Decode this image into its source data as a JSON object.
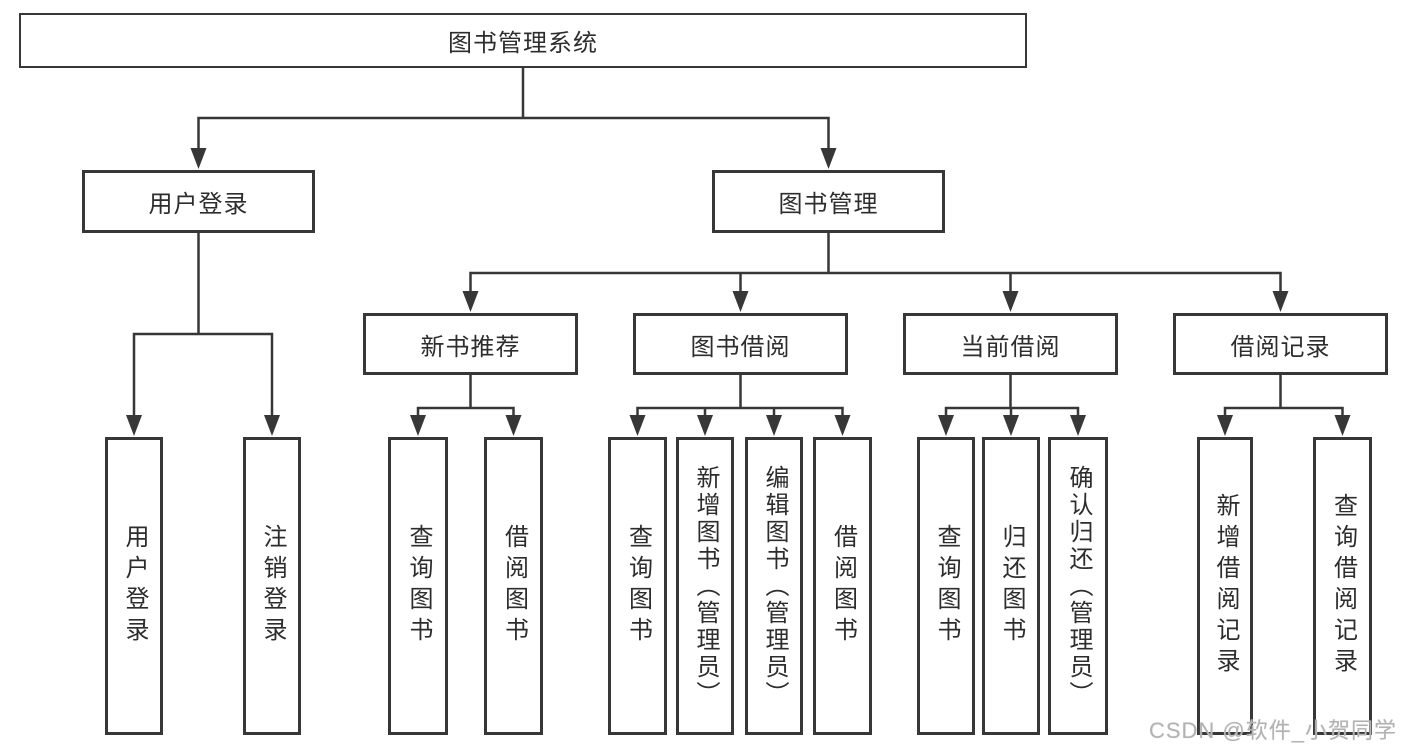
{
  "diagram": {
    "watermark": "CSDN @软件_小贺同学",
    "colors": {
      "line": "#373737",
      "box_border": "#373737",
      "text": "#2d2d2d",
      "watermark": "#b2b2b2",
      "background": "#ffffff"
    },
    "nodes": [
      {
        "id": "root",
        "label": "图书管理系统"
      },
      {
        "id": "user-login-group",
        "label": "用户登录"
      },
      {
        "id": "book-management",
        "label": "图书管理"
      },
      {
        "id": "new-book-recommend",
        "label": "新书推荐"
      },
      {
        "id": "book-borrowing",
        "label": "图书借阅"
      },
      {
        "id": "current-borrowing",
        "label": "当前借阅"
      },
      {
        "id": "borrowing-records",
        "label": "借阅记录"
      },
      {
        "id": "user-login",
        "label": "用户登录"
      },
      {
        "id": "logout",
        "label": "注销登录"
      },
      {
        "id": "query-books-recommend",
        "label": "查询图书"
      },
      {
        "id": "borrow-books-recommend",
        "label": "借阅图书"
      },
      {
        "id": "query-books-borrowing",
        "label": "查询图书"
      },
      {
        "id": "add-books-admin",
        "label": "新增图书（管理员）"
      },
      {
        "id": "edit-books-admin",
        "label": "编辑图书（管理员）"
      },
      {
        "id": "borrow-books-borrowing",
        "label": "借阅图书"
      },
      {
        "id": "query-books-current",
        "label": "查询图书"
      },
      {
        "id": "return-books",
        "label": "归还图书"
      },
      {
        "id": "confirm-return-admin",
        "label": "确认归还（管理员）"
      },
      {
        "id": "add-borrow-record",
        "label": "新增借阅记录"
      },
      {
        "id": "query-borrow-record",
        "label": "查询借阅记录"
      }
    ],
    "edges": [
      {
        "from": "root",
        "to": [
          "user-login-group",
          "book-management"
        ]
      },
      {
        "from": "user-login-group",
        "to": [
          "user-login",
          "logout"
        ]
      },
      {
        "from": "book-management",
        "to": [
          "new-book-recommend",
          "book-borrowing",
          "current-borrowing",
          "borrowing-records"
        ]
      },
      {
        "from": "new-book-recommend",
        "to": [
          "query-books-recommend",
          "borrow-books-recommend"
        ]
      },
      {
        "from": "book-borrowing",
        "to": [
          "query-books-borrowing",
          "add-books-admin",
          "edit-books-admin",
          "borrow-books-borrowing"
        ]
      },
      {
        "from": "current-borrowing",
        "to": [
          "query-books-current",
          "return-books",
          "confirm-return-admin"
        ]
      },
      {
        "from": "borrowing-records",
        "to": [
          "add-borrow-record",
          "query-borrow-record"
        ]
      }
    ]
  }
}
